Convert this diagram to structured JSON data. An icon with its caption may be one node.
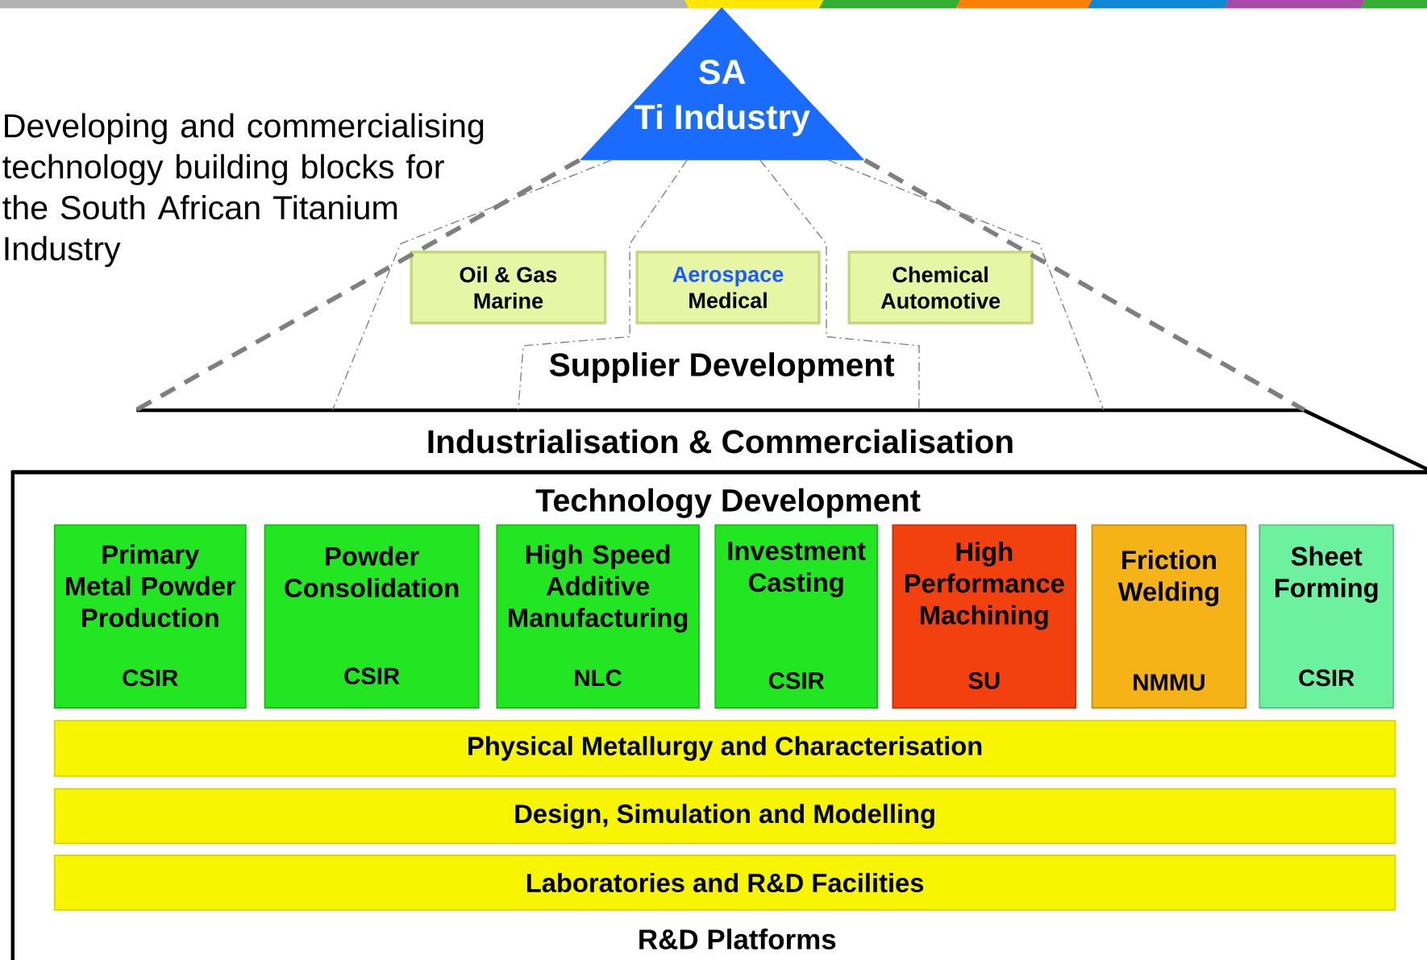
{
  "diagram": {
    "nodes": [
      {
        "text": [
          "SA",
          "Ti Industry"
        ]
      },
      {
        "text": [
          "Oil & Gas",
          "Marine"
        ]
      },
      {
        "text": [
          "Aerospace",
          "Medical"
        ]
      },
      {
        "text": [
          "Chemical",
          "Automotive"
        ]
      },
      {
        "text": [
          "Industrialisation & Commercialisation"
        ]
      },
      {
        "text": [
          "Technology Development",
          "R&D Platforms"
        ]
      },
      {
        "text": [
          "Primary Metal Powder Production",
          "CSIR"
        ],
        "in": 5
      },
      {
        "text": [
          "Powder Consolidation",
          "CSIR"
        ],
        "in": 5
      },
      {
        "text": [
          "High Speed Additive Manufacturing",
          "NLC"
        ],
        "in": 5
      },
      {
        "text": [
          "Investment Casting",
          "CSIR"
        ],
        "in": 5
      },
      {
        "text": [
          "High Performance Machining",
          "SU"
        ],
        "in": 5
      },
      {
        "text": [
          "Friction Welding",
          "NMMU"
        ],
        "in": 5
      },
      {
        "text": [
          "Sheet Forming",
          "CSIR"
        ],
        "in": 5
      },
      {
        "text": [
          "Physical Metallurgy and Characterisation"
        ],
        "in": 5
      },
      {
        "text": [
          "Design, Simulation and Modelling"
        ],
        "in": 5
      },
      {
        "text": [
          "Laboratories and R&D Facilities"
        ],
        "in": 5
      }
    ],
    "edges": [
      {
        "from": 0,
        "to": 4,
        "arrow": "none",
        "style": "dashed"
      },
      {
        "from": 0,
        "to": 4,
        "arrow": "none",
        "style": "dashed"
      },
      {
        "from": 0,
        "to": 4,
        "arrow": "none",
        "style": "dashed"
      },
      {
        "from": 0,
        "to": 4,
        "arrow": "none",
        "style": "dashed"
      },
      {
        "from": 0,
        "to": 4,
        "arrow": "none",
        "style": "dashed"
      },
      {
        "from": 0,
        "to": 4,
        "arrow": "none",
        "style": "dashed"
      }
    ],
    "labels": [
      "Developing and commercialising technology building blocks for the South African Titanium Industry",
      "Supplier Development"
    ]
  }
}
